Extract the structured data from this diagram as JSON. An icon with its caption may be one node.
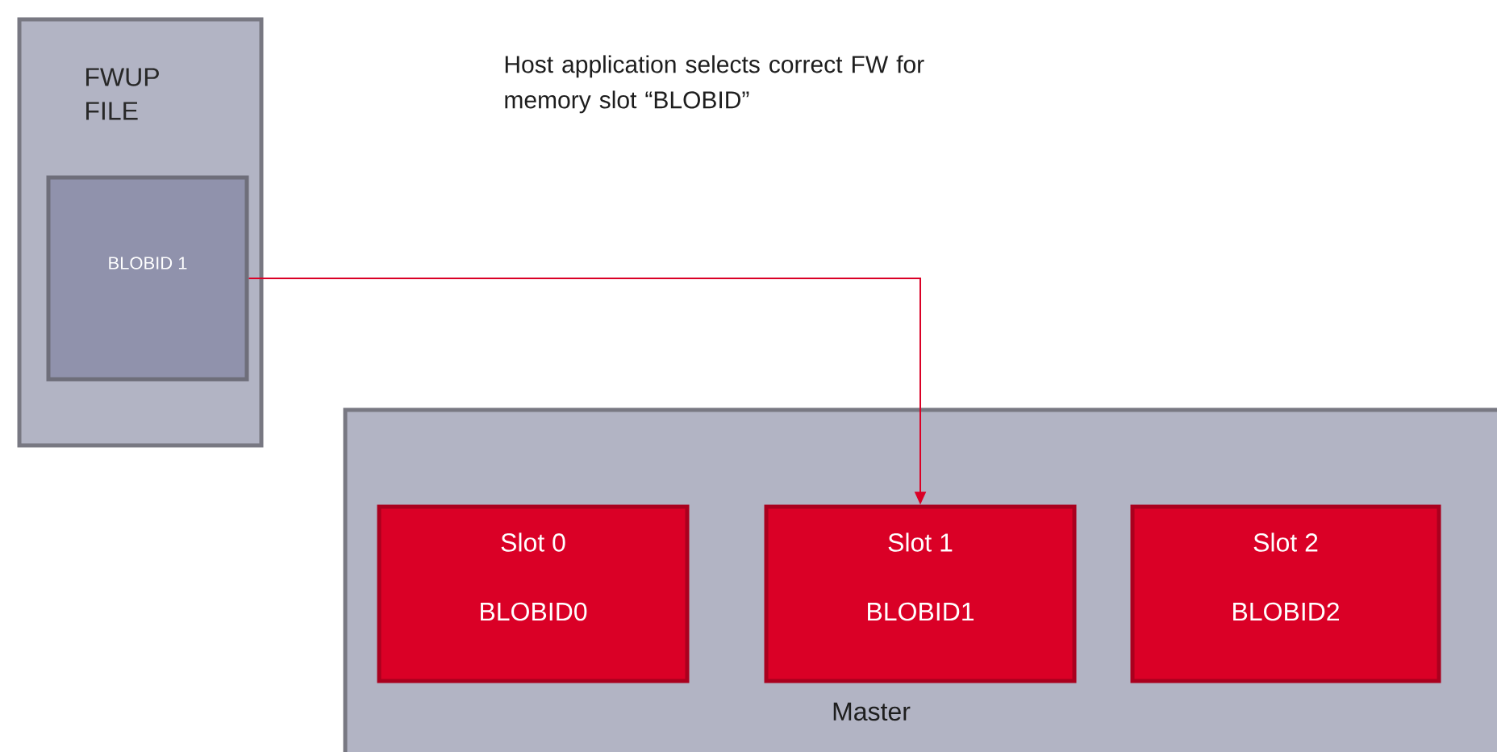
{
  "diagram": {
    "nodes": [
      {
        "text": [
          "FWUP FILE"
        ]
      },
      {
        "text": [
          "BLOBID 1"
        ],
        "in": 0
      },
      {
        "text": [
          "Master"
        ]
      },
      {
        "text": [
          "Slot 0",
          "BLOBID0"
        ],
        "in": 2
      },
      {
        "text": [
          "Slot 1",
          "BLOBID1"
        ],
        "in": 2
      },
      {
        "text": [
          "Slot 2",
          "BLOBID2"
        ],
        "in": 2
      }
    ],
    "edges": [
      {
        "from": 1,
        "to": 4,
        "arrow": "to"
      }
    ],
    "labels": [
      "Host application selects correct FW for memory slot “BLOBID”"
    ]
  }
}
